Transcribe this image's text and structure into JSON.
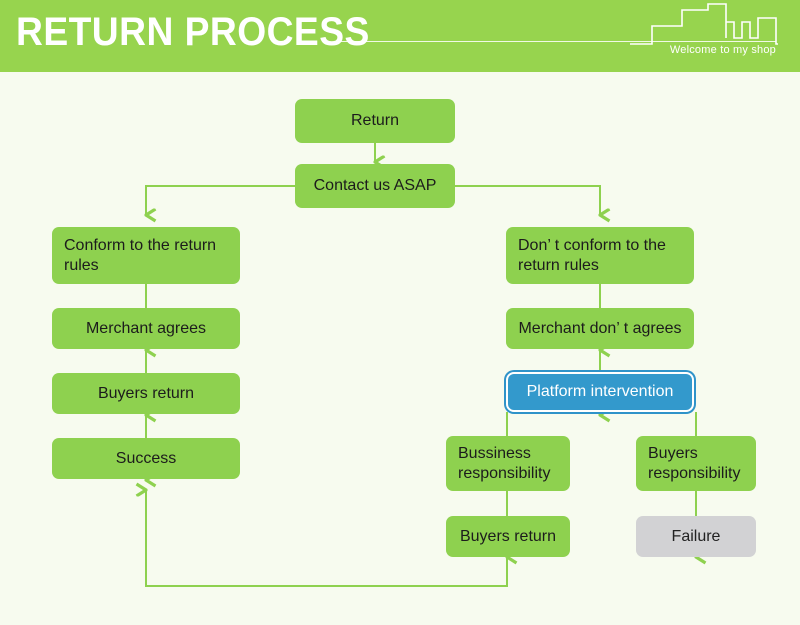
{
  "header": {
    "title": "RETURN PROCESS",
    "tagline": "Welcome to my shop",
    "bg_color": "#97d44e",
    "text_color": "#ffffff",
    "skyline_icon": "city-skyline-outline-icon"
  },
  "page": {
    "background_color": "#f7fbef",
    "node_green": "#8ed14f",
    "node_gray": "#d2d2d4",
    "node_blue": "#3399cc",
    "connector_color": "#8ed14f"
  },
  "flow": {
    "title": "Return Process flowchart",
    "nodes": [
      {
        "id": "return",
        "label": "Return",
        "style": "green",
        "align": "center"
      },
      {
        "id": "contact",
        "label": "Contact us ASAP",
        "style": "green",
        "align": "center"
      },
      {
        "id": "conform",
        "label": "Conform to the return rules",
        "style": "green",
        "align": "left"
      },
      {
        "id": "merchant-agrees",
        "label": "Merchant agrees",
        "style": "green",
        "align": "center"
      },
      {
        "id": "buyers-return-l",
        "label": "Buyers return",
        "style": "green",
        "align": "center"
      },
      {
        "id": "success",
        "label": "Success",
        "style": "green",
        "align": "center"
      },
      {
        "id": "not-conform",
        "label": "Don’ t conform to the return rules",
        "style": "green",
        "align": "left"
      },
      {
        "id": "merchant-disagree",
        "label": "Merchant don’ t agrees",
        "style": "green",
        "align": "center"
      },
      {
        "id": "platform",
        "label": "Platform intervention",
        "style": "blue",
        "align": "center"
      },
      {
        "id": "business-resp",
        "label": "Bussiness responsibility",
        "style": "green",
        "align": "left"
      },
      {
        "id": "buyers-resp",
        "label": "Buyers responsibility",
        "style": "green",
        "align": "left"
      },
      {
        "id": "buyers-return-r",
        "label": "Buyers return",
        "style": "green",
        "align": "center"
      },
      {
        "id": "failure",
        "label": "Failure",
        "style": "gray",
        "align": "center"
      }
    ],
    "edges": [
      {
        "from": "return",
        "to": "contact",
        "type": "straight-down"
      },
      {
        "from": "contact",
        "to": "conform",
        "type": "branch-left"
      },
      {
        "from": "contact",
        "to": "not-conform",
        "type": "branch-right"
      },
      {
        "from": "conform",
        "to": "merchant-agrees",
        "type": "straight-down"
      },
      {
        "from": "merchant-agrees",
        "to": "buyers-return-l",
        "type": "straight-down"
      },
      {
        "from": "buyers-return-l",
        "to": "success",
        "type": "straight-down"
      },
      {
        "from": "not-conform",
        "to": "merchant-disagree",
        "type": "straight-down"
      },
      {
        "from": "merchant-disagree",
        "to": "platform",
        "type": "straight-down"
      },
      {
        "from": "platform",
        "to": "business-resp",
        "type": "straight-down"
      },
      {
        "from": "platform",
        "to": "buyers-resp",
        "type": "straight-down"
      },
      {
        "from": "business-resp",
        "to": "buyers-return-r",
        "type": "straight-down"
      },
      {
        "from": "buyers-resp",
        "to": "failure",
        "type": "straight-down"
      },
      {
        "from": "buyers-return-r",
        "to": "success",
        "type": "loop-back-up"
      }
    ]
  }
}
